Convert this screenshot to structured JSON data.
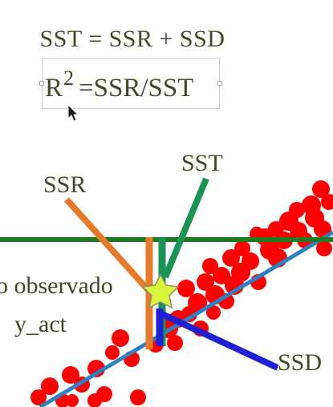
{
  "equations": {
    "line1": "SST = SSR + SSD",
    "r2_base": "R",
    "r2_exp": "2",
    "r2_rhs": "=SSR/SST"
  },
  "labels": {
    "ssr": "SSR",
    "sst": "SST",
    "ssd": "SSD",
    "observed_line1": "o observado",
    "observed_line2": "y_act"
  },
  "colors": {
    "text": "#3f4a2a",
    "points": "#ff0000",
    "fit_line": "#2f7fc1",
    "mean_line": "#1e7a1e",
    "ssr": "#e8792a",
    "sst": "#1a9455",
    "ssd": "#1f1fd6",
    "star": "#d9f53b"
  },
  "icons": {
    "cursor": "mouse-pointer-icon",
    "star": "star-icon"
  }
}
